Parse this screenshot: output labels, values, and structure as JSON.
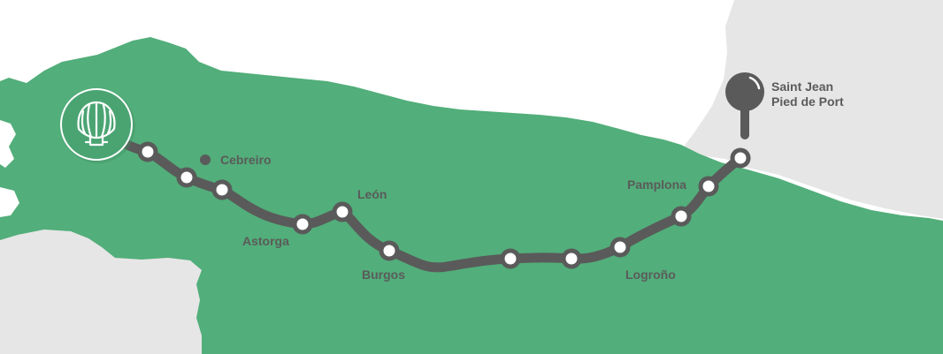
{
  "colors": {
    "land": "#52ae7a",
    "neighbor_land": "#e6e6e6",
    "sea": "#ffffff",
    "route": "#5a5a5a",
    "stop_fill": "#ffffff",
    "shell_badge": "#4aa472",
    "label": "#5b5b5b"
  },
  "start_badge": {
    "icon": "scallop-shell-icon"
  },
  "end_marker": {
    "icon": "map-pin-icon",
    "label_line1": "Saint Jean",
    "label_line2": "Pied de Port"
  },
  "places": {
    "cebreiro": "Cebreiro",
    "leon": "León",
    "astorga": "Astorga",
    "burgos": "Burgos",
    "pamplona": "Pamplona",
    "logrono": "Logroño"
  },
  "stops_count": 13
}
